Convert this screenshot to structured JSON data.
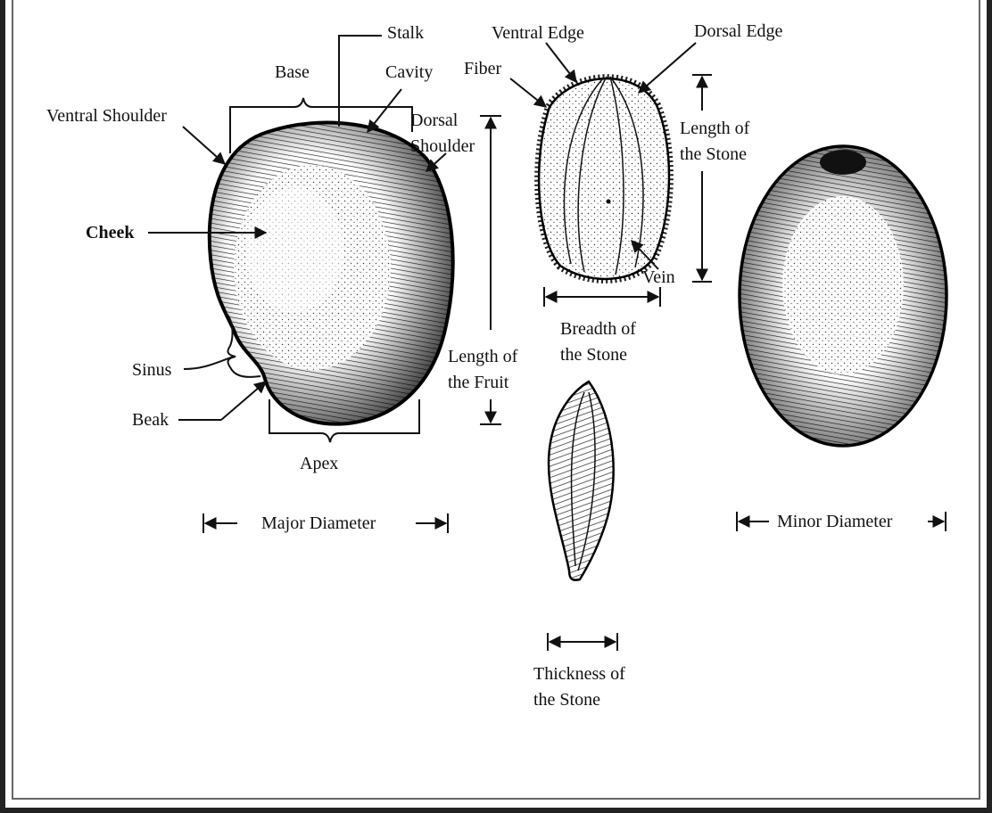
{
  "colors": {
    "ink": "#111111",
    "paper": "#ffffff",
    "frame": "#222222"
  },
  "labels": {
    "stalk": "Stalk",
    "base": "Base",
    "cavity": "Cavity",
    "ventral_shoulder": "Ventral Shoulder",
    "dorsal_shoulder": "Dorsal\nShoulder",
    "cheek": "Cheek",
    "sinus": "Sinus",
    "beak": "Beak",
    "apex": "Apex",
    "length_of_fruit": "Length of\nthe Fruit",
    "major_diameter": "Major Diameter",
    "ventral_edge": "Ventral Edge",
    "dorsal_edge": "Dorsal Edge",
    "fiber": "Fiber",
    "length_of_stone": "Length of\nthe Stone",
    "vein": "Vein",
    "breadth_of_stone": "Breadth of\nthe Stone",
    "thickness_of_stone": "Thickness of\nthe Stone",
    "minor_diameter": "Minor Diameter"
  }
}
